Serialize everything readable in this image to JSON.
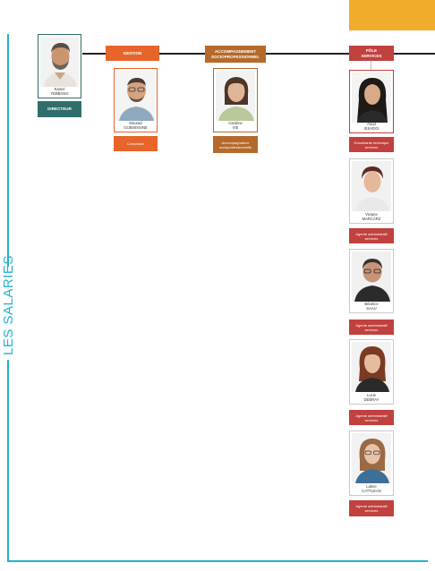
{
  "side_title": "LES SALARIES",
  "colors": {
    "accent_teal": "#23b2cf",
    "director_green": "#2f6e6b",
    "gestion_orange": "#e7642a",
    "accompagnement_brown": "#b5692b",
    "pole_red": "#c0413e",
    "corner_yellow": "#f0ac2a"
  },
  "director": {
    "first_name": "Kamel",
    "last_name": "YEBBANG",
    "role": "DIRECTEUR"
  },
  "departments": [
    {
      "header_lines": [
        "GESTION"
      ],
      "staff": [
        {
          "first_name": "Mourad",
          "last_name": "GUEMISSINE",
          "role_lines": [
            "Comptable"
          ]
        }
      ]
    },
    {
      "header_lines": [
        "ACCOMPAGNEMENT",
        "SOCIOPROFESSIONNEL"
      ],
      "staff": [
        {
          "first_name": "Caroline",
          "last_name": "VIE",
          "role_lines": [
            "Accompagnatrice",
            "socioprofessionnelle"
          ]
        }
      ]
    },
    {
      "header_lines": [
        "PÔLE",
        "SERVICES"
      ],
      "staff": [
        {
          "first_name": "Aoud",
          "last_name": "ISSADGI",
          "role_lines": [
            "Encadrante technique",
            "services"
          ]
        },
        {
          "first_name": "Viviane",
          "last_name": "MARCARZ",
          "role_lines": [
            "Agente administratif",
            "services"
          ]
        },
        {
          "first_name": "Béatrice",
          "last_name": "SAAU",
          "role_lines": [
            "Agente administratif",
            "services"
          ]
        },
        {
          "first_name": "Lucie",
          "last_name": "DEBRAY",
          "role_lines": [
            "Agente administratif",
            "services"
          ]
        },
        {
          "first_name": "Latine",
          "last_name": "CATTLEAN",
          "role_lines": [
            "Agente administratif",
            "services"
          ]
        }
      ]
    }
  ]
}
